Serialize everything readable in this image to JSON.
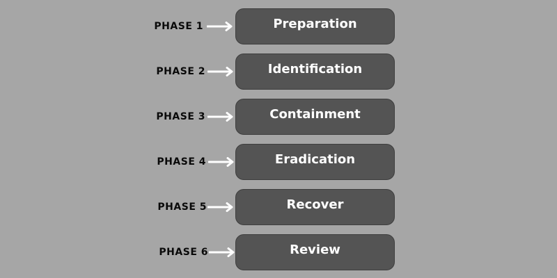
{
  "colors": {
    "background": "#a6a6a6",
    "box_fill": "#545454",
    "box_text": "#ffffff",
    "label_text": "#0a0a0a",
    "arrow": "#ffffff"
  },
  "phases": [
    {
      "label": "PHASE 1",
      "name": "Preparation"
    },
    {
      "label": "PHASE 2",
      "name": "Identification"
    },
    {
      "label": "PHASE 3",
      "name": "Containment"
    },
    {
      "label": "PHASE 4",
      "name": "Eradication"
    },
    {
      "label": "PHASE 5",
      "name": "Recover"
    },
    {
      "label": "PHASE 6",
      "name": "Review"
    }
  ]
}
